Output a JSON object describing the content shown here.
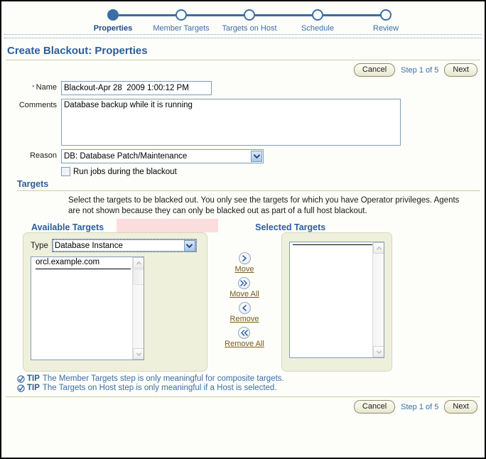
{
  "train": {
    "steps": [
      {
        "label": "Properties",
        "state": "current"
      },
      {
        "label": "Member Targets",
        "state": "upcoming"
      },
      {
        "label": "Targets on Host",
        "state": "upcoming"
      },
      {
        "label": "Schedule",
        "state": "upcoming"
      },
      {
        "label": "Review",
        "state": "upcoming"
      }
    ]
  },
  "page": {
    "title": "Create Blackout: Properties"
  },
  "toolbar": {
    "cancel_label": "Cancel",
    "step_text": "Step 1 of 5",
    "next_label": "Next"
  },
  "form": {
    "name": {
      "label": "Name",
      "required_marker": "*",
      "value": "Blackout-Apr 28  2009 1:00:12 PM"
    },
    "comments": {
      "label": "Comments",
      "value": "Database backup while it is running"
    },
    "reason": {
      "label": "Reason",
      "value": "DB: Database Patch/Maintenance",
      "options": [
        "DB: Database Patch/Maintenance"
      ]
    },
    "run_jobs": {
      "label": "Run jobs during the blackout",
      "checked": false
    }
  },
  "targets": {
    "section_title": "Targets",
    "description": "Select the targets to be blacked out. You only see the targets for which you have Operator privileges. Agents are not shown because they can only be blacked out as part of a full host blackout.",
    "available_title": "Available Targets",
    "selected_title": "Selected Targets",
    "type": {
      "label": "Type",
      "value": "Database Instance",
      "options": [
        "Database Instance"
      ]
    },
    "available_items": [
      "orcl.example.com"
    ],
    "selected_items": [],
    "shuttle_buttons": [
      {
        "label": "Move",
        "icon": "chevron-right-icon",
        "glyph": "›"
      },
      {
        "label": "Move All",
        "icon": "double-chevron-right-icon",
        "glyph": "»"
      },
      {
        "label": "Remove",
        "icon": "chevron-left-icon",
        "glyph": "‹"
      },
      {
        "label": "Remove All",
        "icon": "double-chevron-left-icon",
        "glyph": "«"
      }
    ]
  },
  "tips": [
    {
      "keyword": "TIP",
      "text": "The Member Targets step is only meaningful for composite targets."
    },
    {
      "keyword": "TIP",
      "text": "The Targets on Host step is only meaningful if a Host is selected."
    }
  ],
  "colors": {
    "accent_blue": "#3b6ea5",
    "title_blue": "#2b5e9b",
    "panel_bg": "#eff0dc",
    "rule_olive": "#cfcfa8",
    "redaction_pink": "#fbdddd",
    "link_brown": "#7a5a16"
  }
}
